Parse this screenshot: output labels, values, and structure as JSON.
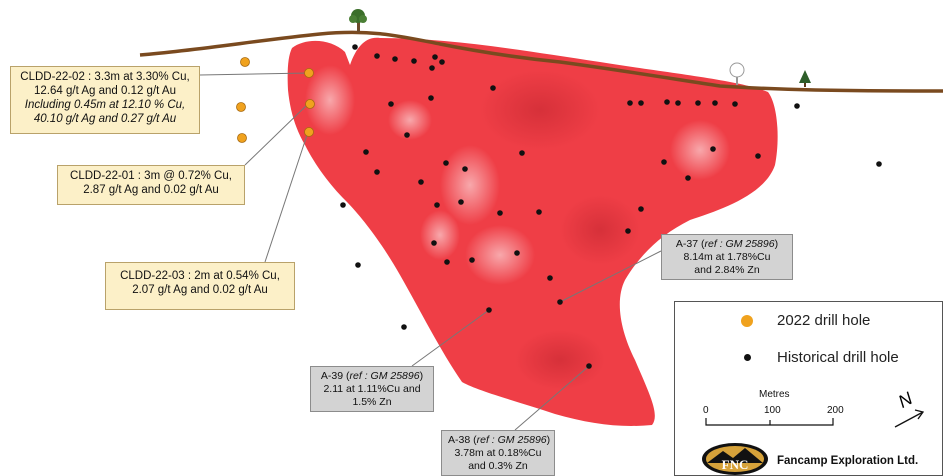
{
  "colors": {
    "ore_body": "#ef3e46",
    "ground_line": "#7a4a1f",
    "drill_2022": "#f0a21e",
    "drill_historical": "#111111",
    "callout_yellow": "#fcf0c8",
    "callout_grey": "#d3d3d3"
  },
  "icons": [
    "tree-icon",
    "tree-outline-icon",
    "pine-tree-icon",
    "north-arrow-icon",
    "fnc-logo-icon"
  ],
  "callouts": {
    "clddd_22_02": {
      "lines": [
        "CLDD-22-02 : 3.3m at 3.30% Cu,",
        "12.64 g/t Ag and 0.12 g/t Au",
        "Including 0.45m at 12.10 % Cu,",
        "40.10 g/t Ag and 0.27 g/t Au"
      ]
    },
    "clddd_22_01": {
      "lines": [
        "CLDD-22-01 : 3m @ 0.72% Cu,",
        "2.87 g/t Ag and 0.02 g/t Au"
      ]
    },
    "clddd_22_03": {
      "lines": [
        "CLDD-22-03 : 2m at 0.54% Cu,",
        "2.07 g/t Ag and 0.02 g/t Au"
      ]
    },
    "a37": {
      "name": "A-37",
      "ref_open": " (",
      "ref": "ref : GM 25896",
      "ref_close": ")",
      "lines": [
        "8.14m at 1.78%Cu",
        "and 2.84% Zn"
      ]
    },
    "a39": {
      "name": "A-39",
      "ref_open": " (",
      "ref": "ref : GM 25896",
      "ref_close": ")",
      "lines": [
        "2.11 at 1.11%Cu and",
        "1.5% Zn"
      ]
    },
    "a38": {
      "name": "A-38",
      "ref_open": " (",
      "ref": "ref : GM 25896",
      "ref_close": ")",
      "lines": [
        "3.78m at 0.18%Cu",
        "and 0.3% Zn"
      ]
    }
  },
  "legend": {
    "drill_2022_label": "2022 drill hole",
    "historical_label": "Historical drill hole",
    "scale_title": "Metres",
    "scale_ticks": [
      "0",
      "100",
      "200"
    ],
    "north_label": "N",
    "logo_text": "FNC",
    "company": "Fancamp Exploration Ltd."
  }
}
